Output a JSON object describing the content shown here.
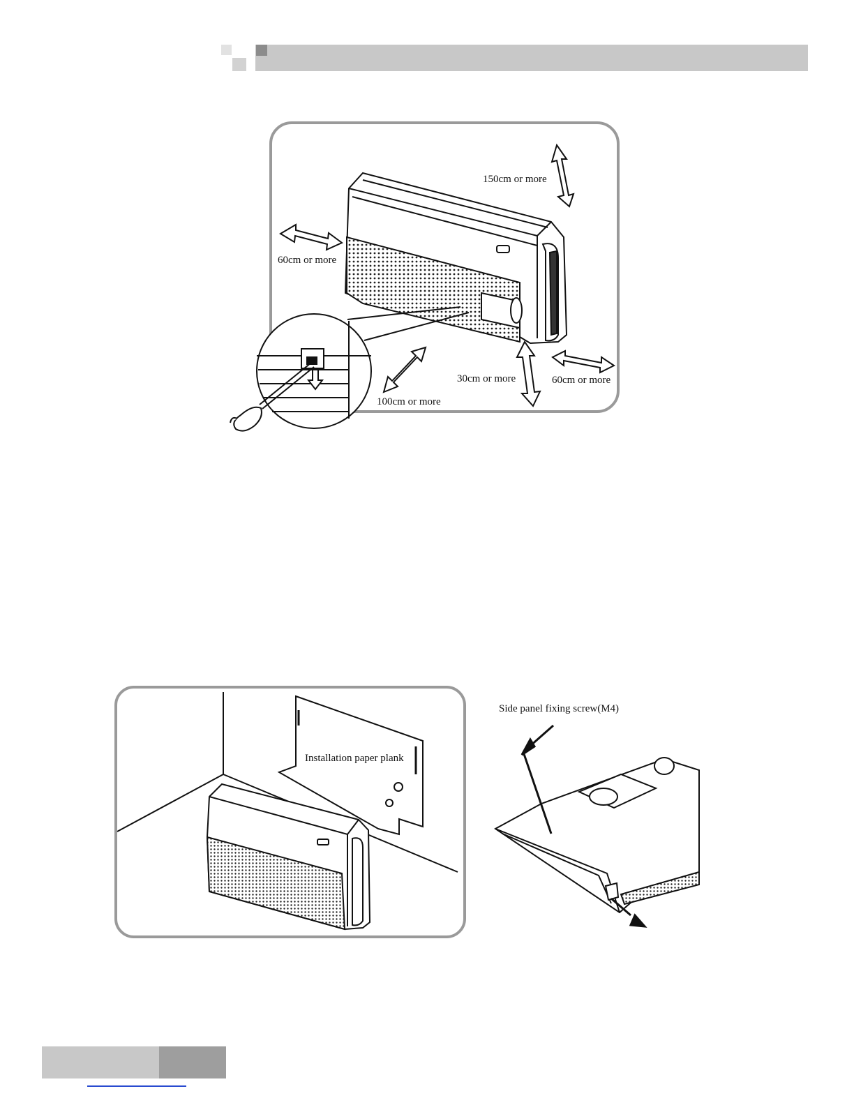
{
  "figure_top": {
    "labels": {
      "top_clearance": "150cm or more",
      "left_clearance": "60cm or more",
      "front_clearance": "100cm or more",
      "bottom_clearance": "30cm or more",
      "right_clearance": "60cm or more"
    }
  },
  "figure_left": {
    "labels": {
      "plank": "Installation paper plank"
    }
  },
  "figure_right": {
    "labels": {
      "screw": "Side panel fixing screw(M4)"
    }
  }
}
